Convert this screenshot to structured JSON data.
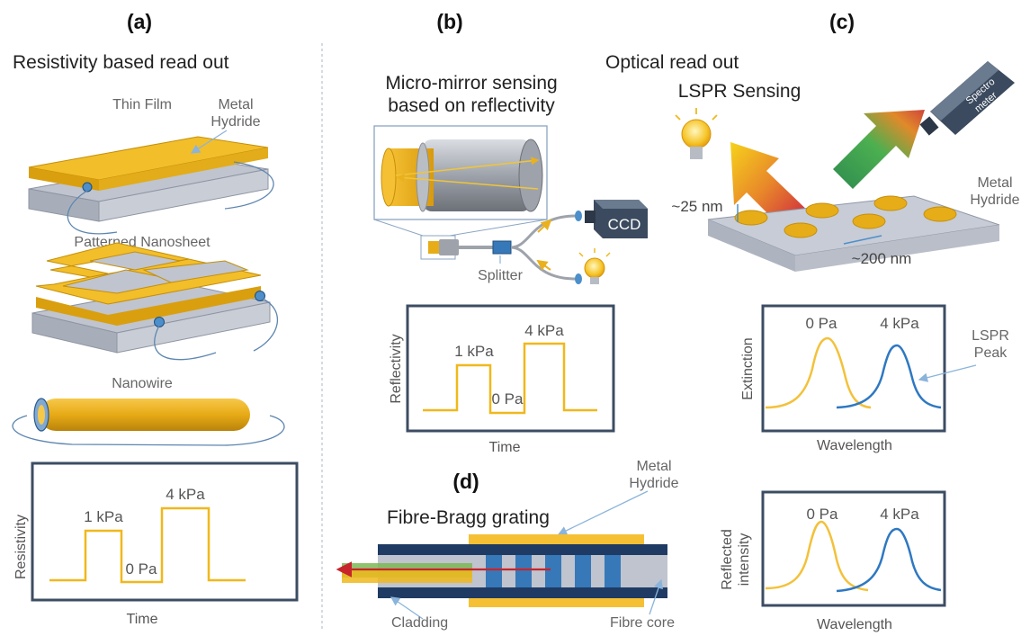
{
  "panels": {
    "a": {
      "label": "(a)",
      "heading": "Resistivity based read out",
      "thin_film": "Thin Film",
      "metal_hydride": "Metal\nHydride",
      "patterned": "Patterned Nanosheet",
      "nanowire": "Nanowire",
      "plot": {
        "ylabel": "Resistivity",
        "xlabel": "Time",
        "p1": "1 kPa",
        "p0": "0 Pa",
        "p4": "4 kPa"
      }
    },
    "b": {
      "label": "(b)",
      "heading_line1": "Micro-mirror sensing",
      "heading_line2": "based on reflectivity",
      "ccd": "CCD",
      "splitter": "Splitter",
      "plot": {
        "ylabel": "Reflectivity",
        "xlabel": "Time",
        "p1": "1 kPa",
        "p0": "0 Pa",
        "p4": "4 kPa"
      }
    },
    "c": {
      "label": "(c)",
      "optical": "Optical read out",
      "lspr_sensing": "LSPR Sensing",
      "spectrometer_1": "Spectro",
      "spectrometer_2": "meter",
      "metal_hydride": "Metal\nHydride",
      "dim_height": "~25 nm",
      "dim_spacing": "~200 nm",
      "plot1": {
        "ylabel": "Extinction",
        "xlabel": "Wavelength",
        "p0": "0 Pa",
        "p4": "4 kPa",
        "peak": "LSPR\nPeak"
      },
      "plot2": {
        "ylabel_line1": "Reflected",
        "ylabel_line2": "intensity",
        "xlabel": "Wavelength",
        "p0": "0 Pa",
        "p4": "4 kPa"
      }
    },
    "d": {
      "label": "(d)",
      "heading": "Fibre-Bragg grating",
      "metal_hydride": "Metal\nHydride",
      "cladding": "Cladding",
      "fibre_core": "Fibre core"
    }
  },
  "colors": {
    "gold": "#E0A810",
    "gold_light": "#F2C230",
    "navy": "#1F3B64",
    "blue_curve": "#2E78C2",
    "yellow_curve": "#F3C13A",
    "step_line": "#F0B81C",
    "substrate": "#C7CCD6",
    "frame": "#3C4C63"
  }
}
